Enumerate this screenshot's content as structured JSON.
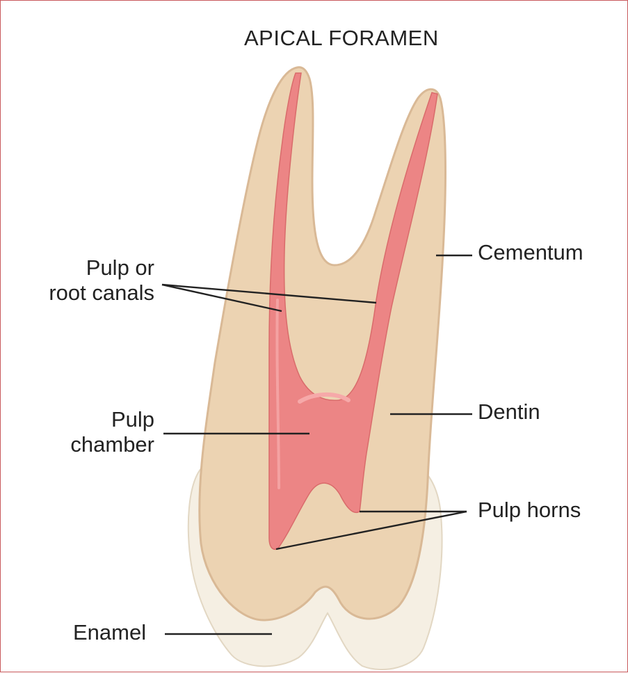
{
  "title": "APICAL FORAMEN",
  "labels": {
    "cementum": "Cementum",
    "root_canals_line1": "Pulp or",
    "root_canals_line2": "root canals",
    "dentin": "Dentin",
    "chamber_line1": "Pulp",
    "chamber_line2": "chamber",
    "pulp_horns": "Pulp horns",
    "enamel": "Enamel"
  },
  "colors": {
    "frame": "#c9595c",
    "enamel": "#f5efe3",
    "dentin": "#ecd3b2",
    "cementum_outline": "#d9b996",
    "pulp": "#ec8585",
    "pulp_light": "#f39b9b",
    "leader": "#222222"
  }
}
